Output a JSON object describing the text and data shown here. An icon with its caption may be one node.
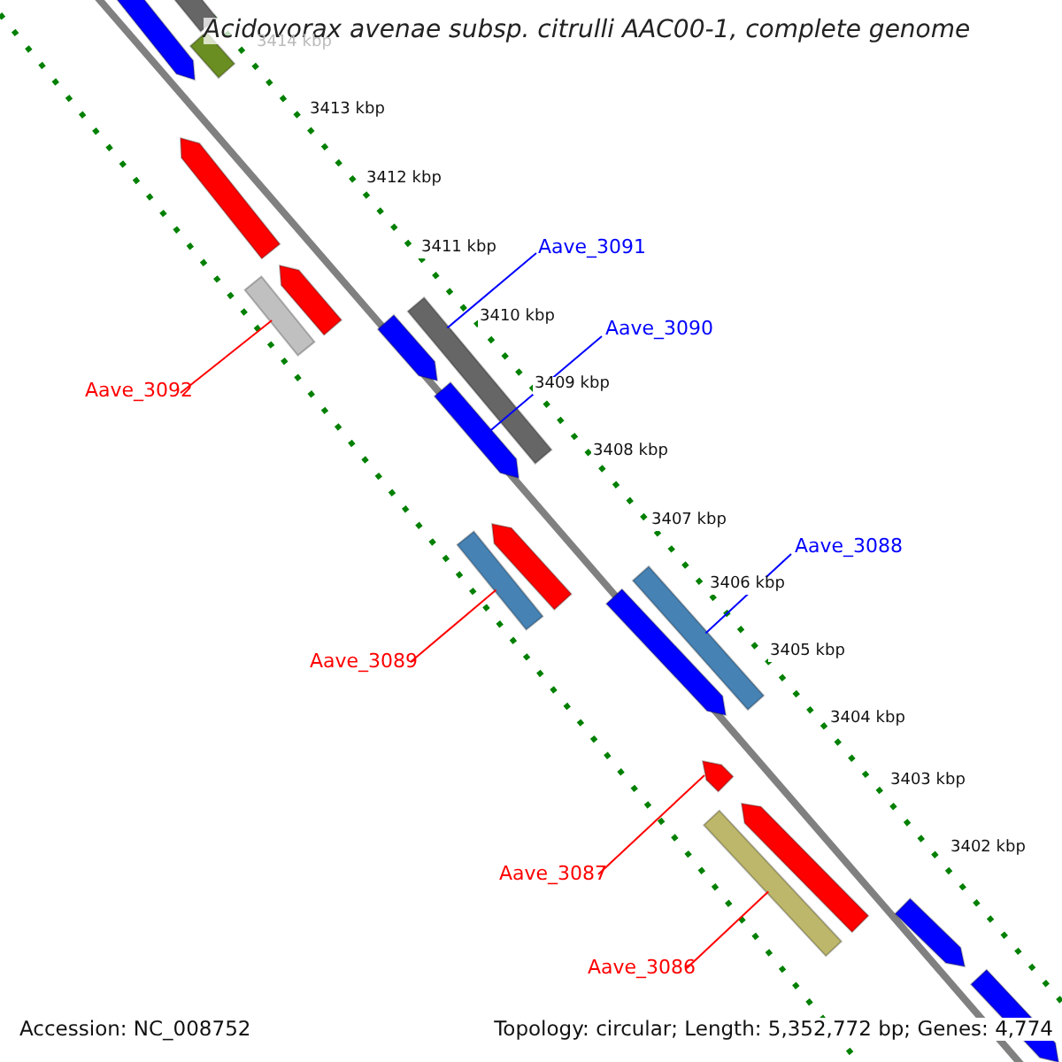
{
  "diagram": {
    "title": "Acidovorax avenae subsp. citrulli AAC00-1, complete genome",
    "nodes": [
      {
        "text": [
          "Aave_3091"
        ]
      },
      {
        "text": [],
        "shape": "bar"
      },
      {
        "text": [
          "Aave_3090"
        ]
      },
      {
        "text": [],
        "shape": "arrow"
      },
      {
        "text": [
          "Aave_3092"
        ]
      },
      {
        "text": [],
        "shape": "bar"
      },
      {
        "text": [
          "Aave_3088"
        ]
      },
      {
        "text": [],
        "shape": "bar"
      },
      {
        "text": [
          "Aave_3089"
        ]
      },
      {
        "text": [],
        "shape": "bar"
      },
      {
        "text": [
          "Aave_3087"
        ]
      },
      {
        "text": [],
        "shape": "arrow"
      },
      {
        "text": [
          "Aave_3086"
        ]
      },
      {
        "text": [],
        "shape": "bar"
      },
      {
        "text": [],
        "shape": "arrow"
      },
      {
        "text": [],
        "shape": "bar"
      },
      {
        "text": [],
        "shape": "bar"
      },
      {
        "text": [],
        "shape": "arrow"
      },
      {
        "text": [],
        "shape": "arrow"
      },
      {
        "text": [],
        "shape": "arrow"
      },
      {
        "text": [],
        "shape": "arrow"
      },
      {
        "text": [],
        "shape": "arrow"
      },
      {
        "text": [],
        "shape": "arrow"
      },
      {
        "text": [],
        "shape": "arrow"
      },
      {
        "text": [],
        "shape": "arrow"
      }
    ],
    "edges": [
      {
        "from": 0,
        "to": 1,
        "arrow": "none",
        "color": "#0000ff"
      },
      {
        "from": 2,
        "to": 3,
        "arrow": "none",
        "color": "#0000ff"
      },
      {
        "from": 4,
        "to": 5,
        "arrow": "none"
      },
      {
        "from": 6,
        "to": 7,
        "arrow": "none",
        "color": "#0000ff"
      },
      {
        "from": 8,
        "to": 9,
        "arrow": "none"
      },
      {
        "from": 10,
        "to": 11,
        "arrow": "none"
      },
      {
        "from": 12,
        "to": 13,
        "arrow": "none"
      }
    ],
    "labels": [
      "3414 kbp",
      "3413 kbp",
      "3412 kbp",
      "3411 kbp",
      "3410 kbp",
      "3409 kbp",
      "3408 kbp",
      "3407 kbp",
      "3406 kbp",
      "3405 kbp",
      "3404 kbp",
      "3403 kbp",
      "3402 kbp",
      "Accession: NC_008752",
      "Topology: circular; Length: 5,352,772 bp; Genes: 4,774"
    ]
  }
}
